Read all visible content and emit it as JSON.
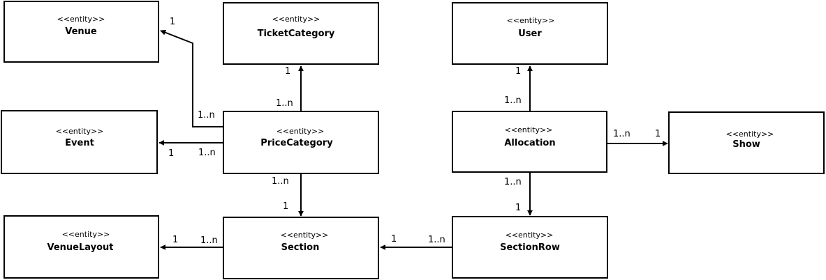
{
  "entities": {
    "venue": {
      "stereotype": "<<entity>>",
      "name": "Venue"
    },
    "ticket_category": {
      "stereotype": "<<entity>>",
      "name": "TicketCategory"
    },
    "user": {
      "stereotype": "<<entity>>",
      "name": "User"
    },
    "event": {
      "stereotype": "<<entity>>",
      "name": "Event"
    },
    "price_category": {
      "stereotype": "<<entity>>",
      "name": "PriceCategory"
    },
    "allocation": {
      "stereotype": "<<entity>>",
      "name": "Allocation"
    },
    "show": {
      "stereotype": "<<entity>>",
      "name": "Show"
    },
    "venue_layout": {
      "stereotype": "<<entity>>",
      "name": "VenueLayout"
    },
    "section": {
      "stereotype": "<<entity>>",
      "name": "Section"
    },
    "section_row": {
      "stereotype": "<<entity>>",
      "name": "SectionRow"
    }
  },
  "associations": {
    "pricecategory_venue": {
      "from": "PriceCategory",
      "to": "Venue",
      "source_mult": "1..n",
      "target_mult": "1"
    },
    "pricecategory_ticketcategory": {
      "from": "PriceCategory",
      "to": "TicketCategory",
      "source_mult": "1..n",
      "target_mult": "1"
    },
    "pricecategory_event": {
      "from": "PriceCategory",
      "to": "Event",
      "source_mult": "1..n",
      "target_mult": "1"
    },
    "pricecategory_section": {
      "from": "PriceCategory",
      "to": "Section",
      "source_mult": "1..n",
      "target_mult": "1"
    },
    "allocation_user": {
      "from": "Allocation",
      "to": "User",
      "source_mult": "1..n",
      "target_mult": "1"
    },
    "allocation_show": {
      "from": "Allocation",
      "to": "Show",
      "source_mult": "1..n",
      "target_mult": "1"
    },
    "allocation_sectionrow": {
      "from": "Allocation",
      "to": "SectionRow",
      "source_mult": "1..n",
      "target_mult": "1"
    },
    "sectionrow_section": {
      "from": "SectionRow",
      "to": "Section",
      "source_mult": "1..n",
      "target_mult": "1"
    },
    "section_venuelayout": {
      "from": "Section",
      "to": "VenueLayout",
      "source_mult": "1..n",
      "target_mult": "1"
    }
  }
}
